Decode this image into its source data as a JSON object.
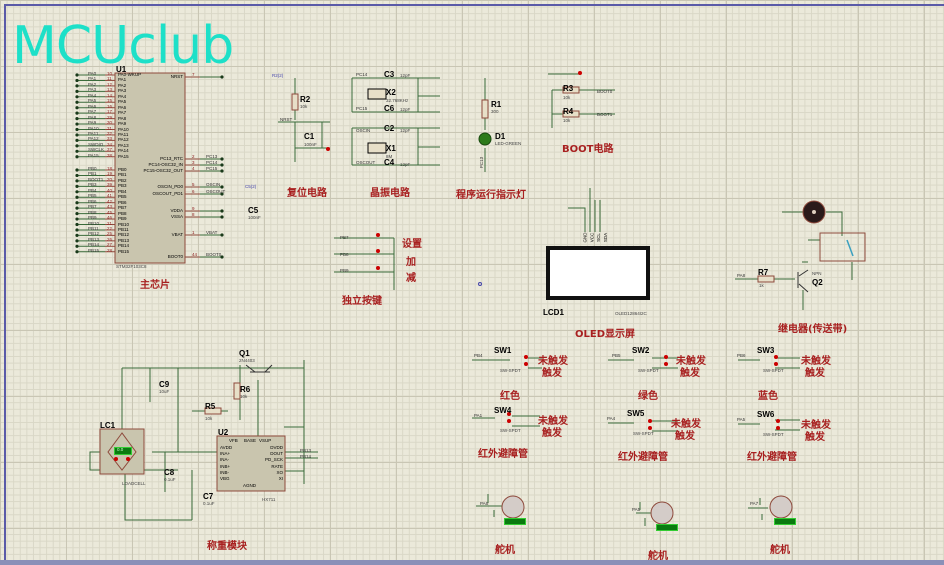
{
  "app": {
    "watermark": "MCUclub"
  },
  "mcu": {
    "ref": "U1",
    "part": "STM32F103C8",
    "label": "主芯片",
    "left_pins_a": [
      {
        "net": "PA0",
        "num": "10",
        "name": "PA0-WKUP"
      },
      {
        "net": "PA1",
        "num": "11",
        "name": "PA1"
      },
      {
        "net": "PA2",
        "num": "12",
        "name": "PA2"
      },
      {
        "net": "PA3",
        "num": "13",
        "name": "PA3"
      },
      {
        "net": "PA4",
        "num": "14",
        "name": "PA4"
      },
      {
        "net": "PA5",
        "num": "15",
        "name": "PA5"
      },
      {
        "net": "PA6",
        "num": "16",
        "name": "PA6"
      },
      {
        "net": "PA7",
        "num": "17",
        "name": "PA7"
      },
      {
        "net": "PA8",
        "num": "29",
        "name": "PA8"
      },
      {
        "net": "PA9",
        "num": "30",
        "name": "PA9"
      },
      {
        "net": "PA10",
        "num": "31",
        "name": "PA10"
      },
      {
        "net": "PA11",
        "num": "32",
        "name": "PA11"
      },
      {
        "net": "PA12",
        "num": "33",
        "name": "PA12"
      },
      {
        "net": "SWDIO",
        "num": "34",
        "name": "PA13"
      },
      {
        "net": "SWCLK",
        "num": "37",
        "name": "PA14"
      },
      {
        "net": "PA15",
        "num": "38",
        "name": "PA15"
      }
    ],
    "left_pins_b": [
      {
        "net": "PB0",
        "num": "18",
        "name": "PB0"
      },
      {
        "net": "PB1",
        "num": "19",
        "name": "PB1"
      },
      {
        "net": "BOOT1",
        "num": "20",
        "name": "PB2"
      },
      {
        "net": "PB3",
        "num": "39",
        "name": "PB3"
      },
      {
        "net": "PB4",
        "num": "40",
        "name": "PB4"
      },
      {
        "net": "PB5",
        "num": "41",
        "name": "PB5"
      },
      {
        "net": "PB6",
        "num": "42",
        "name": "PB6"
      },
      {
        "net": "PB7",
        "num": "43",
        "name": "PB7"
      },
      {
        "net": "PB8",
        "num": "45",
        "name": "PB8"
      },
      {
        "net": "PB9",
        "num": "46",
        "name": "PB9"
      },
      {
        "net": "PB10",
        "num": "21",
        "name": "PB10"
      },
      {
        "net": "PB11",
        "num": "22",
        "name": "PB11"
      },
      {
        "net": "PB12",
        "num": "25",
        "name": "PB12"
      },
      {
        "net": "PB13",
        "num": "26",
        "name": "PB13"
      },
      {
        "net": "PB14",
        "num": "27",
        "name": "PB14"
      },
      {
        "net": "PB15",
        "num": "28",
        "name": "PB15"
      }
    ],
    "right_pins": [
      {
        "name": "NRST",
        "num": "7",
        "net": ""
      },
      {
        "name": "PC13_RTC",
        "num": "2",
        "net": "PC13"
      },
      {
        "name": "PC14-OSC32_IN",
        "num": "3",
        "net": "PC14"
      },
      {
        "name": "PC15-OSC32_OUT",
        "num": "4",
        "net": "PC15"
      },
      {
        "name": "OSCIN_PD0",
        "num": "5",
        "net": "OSCIN"
      },
      {
        "name": "OSCOUT_PD1",
        "num": "6",
        "net": "OSCOUT"
      },
      {
        "name": "VDDA",
        "num": "9",
        "net": ""
      },
      {
        "name": "VSSA",
        "num": "8",
        "net": ""
      },
      {
        "name": "VBAT",
        "num": "1",
        "net": "VBAT"
      },
      {
        "name": "BOOT0",
        "num": "44",
        "net": "BOOT0"
      }
    ],
    "c5": {
      "ref": "C5",
      "value": "100nF",
      "probe": "C5(2)"
    }
  },
  "reset": {
    "label": "复位电路",
    "r2": {
      "ref": "R2",
      "value": "10k"
    },
    "c1": {
      "ref": "C1",
      "value": "100nF"
    },
    "net": "NRST",
    "probe": "R2(2)"
  },
  "crystal": {
    "label": "晶振电路",
    "x2": {
      "ref": "X2",
      "value": "32.768KHz"
    },
    "x1": {
      "ref": "X1",
      "value": "8M"
    },
    "caps": [
      {
        "ref": "C3",
        "value": "12pF"
      },
      {
        "ref": "C6",
        "value": "12pF"
      },
      {
        "ref": "C2",
        "value": "12pF"
      },
      {
        "ref": "C4",
        "value": "12pF"
      }
    ],
    "nets": [
      "PC14",
      "PC15",
      "OSCIN",
      "OSCOUT"
    ]
  },
  "led": {
    "label": "程序运行指示灯",
    "r1": {
      "ref": "R1",
      "value": "300"
    },
    "d1": {
      "ref": "D1",
      "value": "LED-GREEN"
    },
    "net": "PC13"
  },
  "boot": {
    "label": "BOOT电路",
    "r3": {
      "ref": "R3",
      "value": "10k"
    },
    "r4": {
      "ref": "R4",
      "value": "10k"
    },
    "nets": [
      "BOOT0",
      "BOOT1"
    ]
  },
  "keys": {
    "label": "独立按键",
    "items": [
      {
        "net": "PB7",
        "label": "设置"
      },
      {
        "net": "PB8",
        "label": "加"
      },
      {
        "net": "PB9",
        "label": "减"
      }
    ]
  },
  "oled": {
    "ref": "LCD1",
    "part": "OLED12864I2C",
    "label": "OLED显示屏",
    "pins": [
      "GND",
      "VCC",
      "SCL",
      "SDA"
    ]
  },
  "relay": {
    "label": "继电器(传送带)",
    "r7": {
      "ref": "R7",
      "value": "1k"
    },
    "q2": {
      "ref": "Q2",
      "type": "NPN"
    },
    "net": "PA8"
  },
  "switches": [
    {
      "ref": "SW1",
      "part": "SW-SPDT",
      "net": "PB4",
      "label": "红色",
      "on": "未触发",
      "off": "触发"
    },
    {
      "ref": "SW2",
      "part": "SW-SPDT",
      "net": "PB5",
      "label": "绿色",
      "on": "未触发",
      "off": "触发"
    },
    {
      "ref": "SW3",
      "part": "SW-SPDT",
      "net": "PB6",
      "label": "蓝色",
      "on": "未触发",
      "off": "触发"
    },
    {
      "ref": "SW4",
      "part": "SW-SPDT",
      "net": "PA1",
      "label": "红外避障管",
      "on": "未触发",
      "off": "触发"
    },
    {
      "ref": "SW5",
      "part": "SW-SPDT",
      "net": "PA4",
      "label": "红外避障管",
      "on": "未触发",
      "off": "触发"
    },
    {
      "ref": "SW6",
      "part": "SW-SPDT",
      "net": "PA5",
      "label": "红外避障管",
      "on": "未触发",
      "off": "触发"
    }
  ],
  "weigh": {
    "label": "称重模块",
    "lc1": {
      "ref": "LC1",
      "part": "LOADCELL",
      "display": "0.0"
    },
    "q1": {
      "ref": "Q1",
      "part": "2N4403"
    },
    "r6": {
      "ref": "R6",
      "value": "10k"
    },
    "r5": {
      "ref": "R5",
      "value": "10k"
    },
    "c9": {
      "ref": "C9",
      "value": "10uF"
    },
    "c8": {
      "ref": "C8",
      "value": "0.1uF"
    },
    "c7": {
      "ref": "C7",
      "value": "0.1uF"
    },
    "u2": {
      "ref": "U2",
      "part": "HX711",
      "top": [
        "VFB",
        "BASE",
        "VSUP"
      ],
      "left": [
        "AVDD",
        "INA+",
        "INA-",
        "INB+",
        "INB-",
        "VBG"
      ],
      "right": [
        "DVDD",
        "DOUT",
        "PD_SCK",
        "RATE",
        "XO",
        "XI"
      ],
      "bottom": "AGND",
      "nets": [
        "PB13",
        "PB14"
      ]
    }
  },
  "servos": [
    {
      "net": "PA6",
      "label": "舵机"
    },
    {
      "net": "PA5",
      "label": "舵机"
    },
    {
      "net": "PA7",
      "label": "舵机"
    }
  ]
}
